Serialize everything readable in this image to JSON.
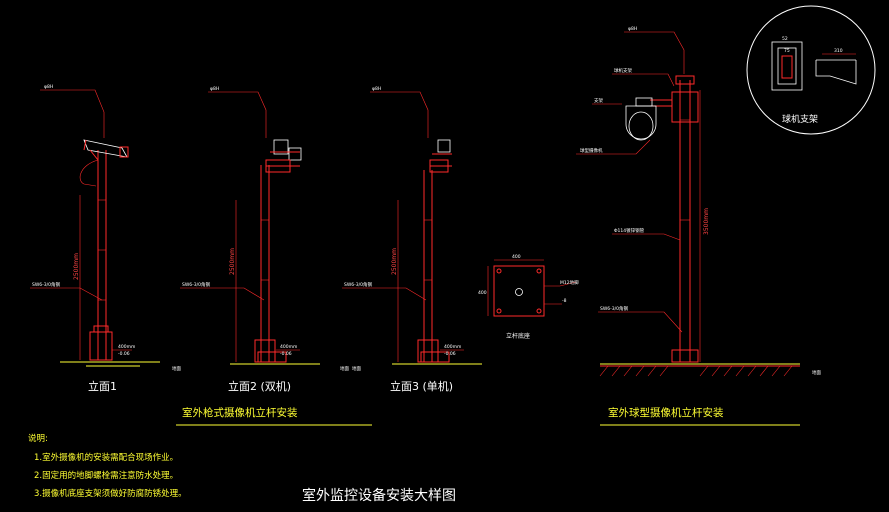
{
  "drawing": {
    "main_title": "室外监控设备安装大样图",
    "elevations": [
      {
        "label": "立面1",
        "height_dim": "2500mm"
      },
      {
        "label": "立面2 (双机)",
        "height_dim": "2500mm"
      },
      {
        "label": "立面3 (单机)",
        "height_dim": "2500mm"
      }
    ],
    "group_title_left": "室外枪式摄像机立杆安装",
    "group_title_right": "室外球型摄像机立杆安装",
    "right_height_dim": "3500mm",
    "bracket_caption": "球机支架",
    "bracket_dims": [
      "52",
      "75",
      "310"
    ],
    "base_plate_caption": "立杆底座",
    "notes_heading": "说明:",
    "notes": [
      "1.室外摄像机的安装需配合现场作业。",
      "2.固定用的地脚螺栓需注意防水处理。",
      "3.摄像机底座支架须做好防腐防锈处理。"
    ]
  },
  "colors": {
    "line": "#ff2a2a",
    "text": "#ffffff",
    "title": "#ffff33",
    "background": "#000000"
  }
}
